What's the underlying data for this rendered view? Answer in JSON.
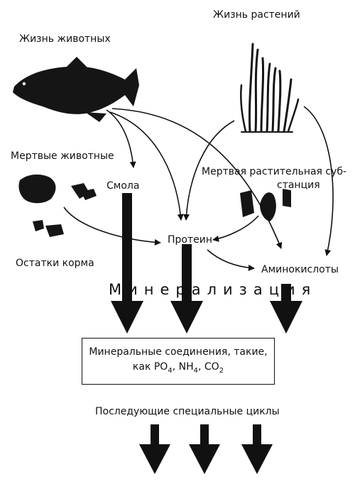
{
  "labels": {
    "animal_life": "Жизнь животных",
    "plant_life": "Жизнь растений",
    "dead_animals": "Мертвые животные",
    "resin": "Смола",
    "dead_plant_line1": "Мертвая растительная суб-",
    "dead_plant_line2": "станция",
    "protein": "Протеин",
    "feed_remains": "Остатки корма",
    "amino_acids": "Аминокислоты",
    "mineralization": "Минерализация",
    "following_cycles": "Последующие специальные циклы"
  },
  "box": {
    "line1": "Минеральные соединения, такие,",
    "line2_prefix": "как PO",
    "po_sub": "4",
    "sep1": ", NH",
    "nh_sub": "4",
    "sep2": ", CO",
    "co_sub": "2"
  },
  "colors": {
    "ink": "#111111",
    "background": "#ffffff"
  }
}
